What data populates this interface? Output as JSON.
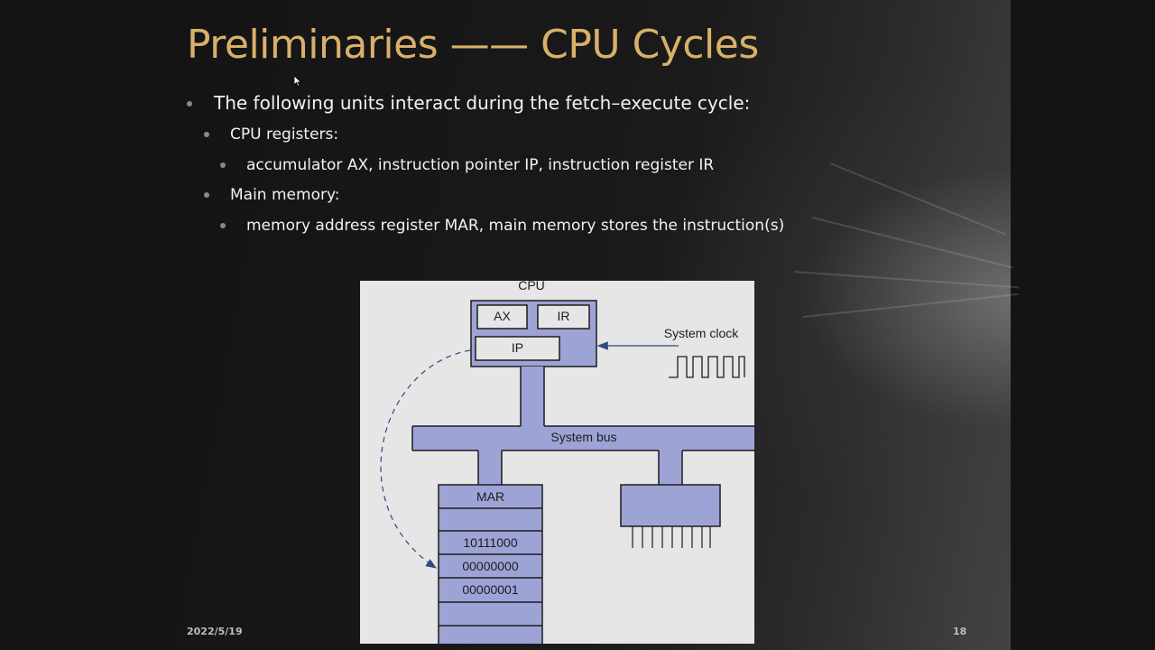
{
  "slide": {
    "title": "Preliminaries —— CPU Cycles",
    "bullets": {
      "intro": "The following units interact during the fetch–execute cycle:",
      "cpu_registers": "CPU registers:",
      "cpu_registers_detail": "accumulator AX, instruction pointer IP, instruction register IR",
      "main_memory": "Main memory:",
      "main_memory_detail": "memory address register MAR, main memory stores the instruction(s)"
    },
    "footer": {
      "date": "2022/5/19",
      "page_number": "18"
    }
  },
  "diagram": {
    "cpu_label": "CPU",
    "registers": {
      "ax": "AX",
      "ir": "IR",
      "ip": "IP"
    },
    "system_clock_label": "System clock",
    "system_bus_label": "System bus",
    "mar_label": "MAR",
    "memory_cells": [
      "10111000",
      "00000000",
      "00000001"
    ]
  },
  "colors": {
    "title": "#d9b06a",
    "diagram_fill": "#9ea3d6",
    "arrow_blue": "#2c4a7e"
  }
}
